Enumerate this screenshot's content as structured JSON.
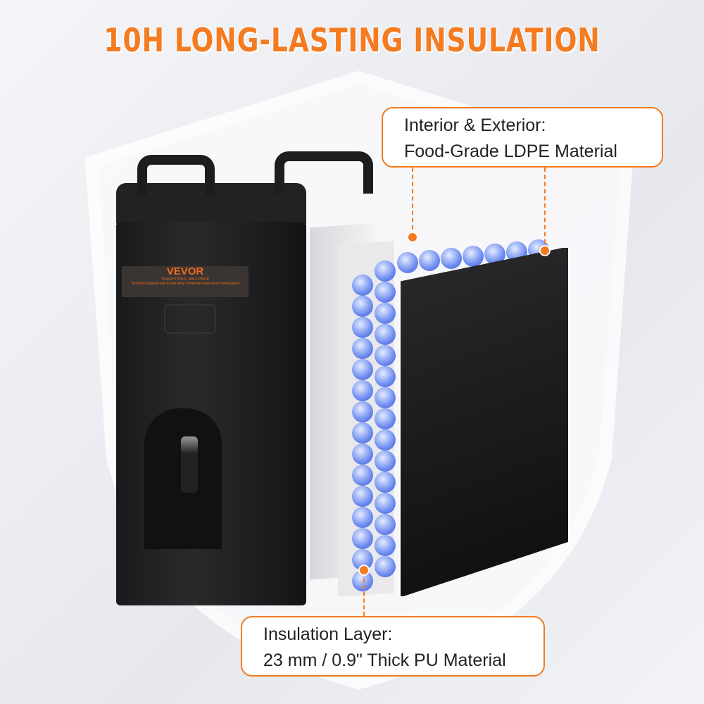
{
  "title": "10H LONG-LASTING INSULATION",
  "callout_top": {
    "line1": "Interior & Exterior:",
    "line2": "Food-Grade LDPE Material"
  },
  "callout_bottom": {
    "line1": "Insulation Layer:",
    "line2": "23 mm / 0.9\" Thick PU Material"
  },
  "product_label": {
    "brand": "VEVOR",
    "tagline": "TOUGH TOOLS, HALF PRICE",
    "support": "Technical Support and E-Warranty Certificate www.vevor.com/support"
  },
  "colors": {
    "accent": "#f47b20",
    "body": "#1c1c1e",
    "insulation": "#5a7cf0"
  }
}
